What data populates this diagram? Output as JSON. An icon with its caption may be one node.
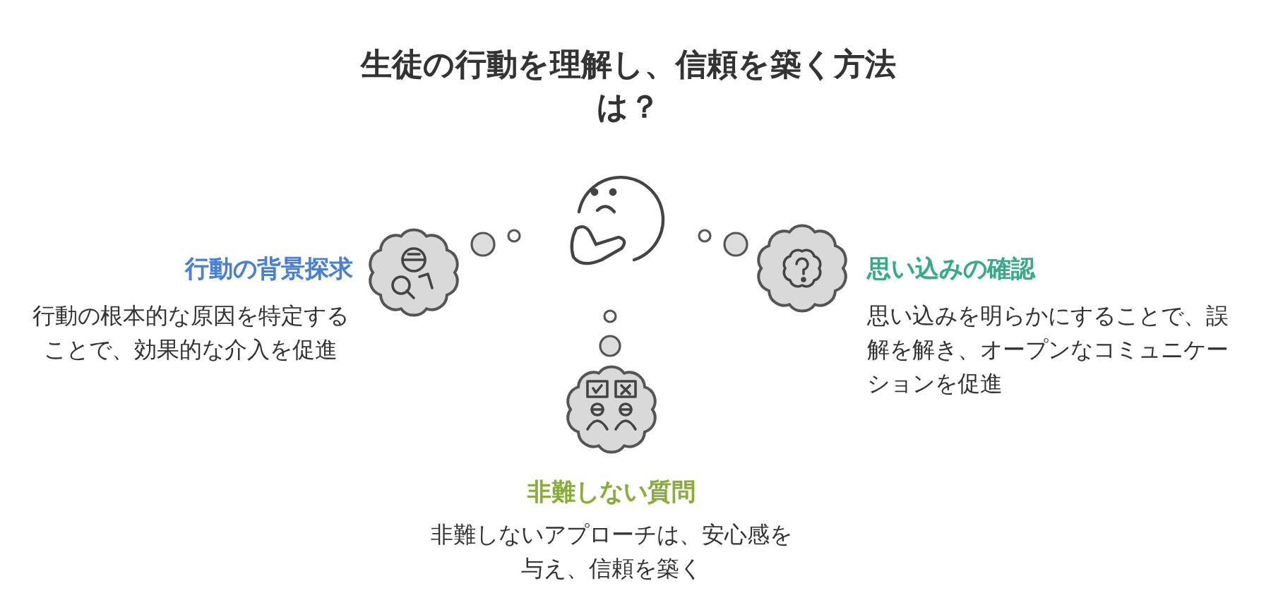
{
  "diagram": {
    "title": "生徒の行動を理解し、信頼を築く方法は？",
    "nodes": [
      {
        "text": [],
        "shape": "cloud",
        "beside": [
          "行動の背景探求",
          "行動の根本的な原因を特定することで、効果的な介入を促進"
        ]
      },
      {
        "text": [],
        "shape": "cloud",
        "beside": [
          "思い込みの確認",
          "思い込みを明らかにすることで、誤解を解き、オープンなコミュニケーションを促進"
        ]
      },
      {
        "text": [],
        "shape": "cloud",
        "beside": [
          "非難しない質問",
          "非難しないアプローチは、安心感を与え、信頼を築く"
        ]
      }
    ]
  }
}
